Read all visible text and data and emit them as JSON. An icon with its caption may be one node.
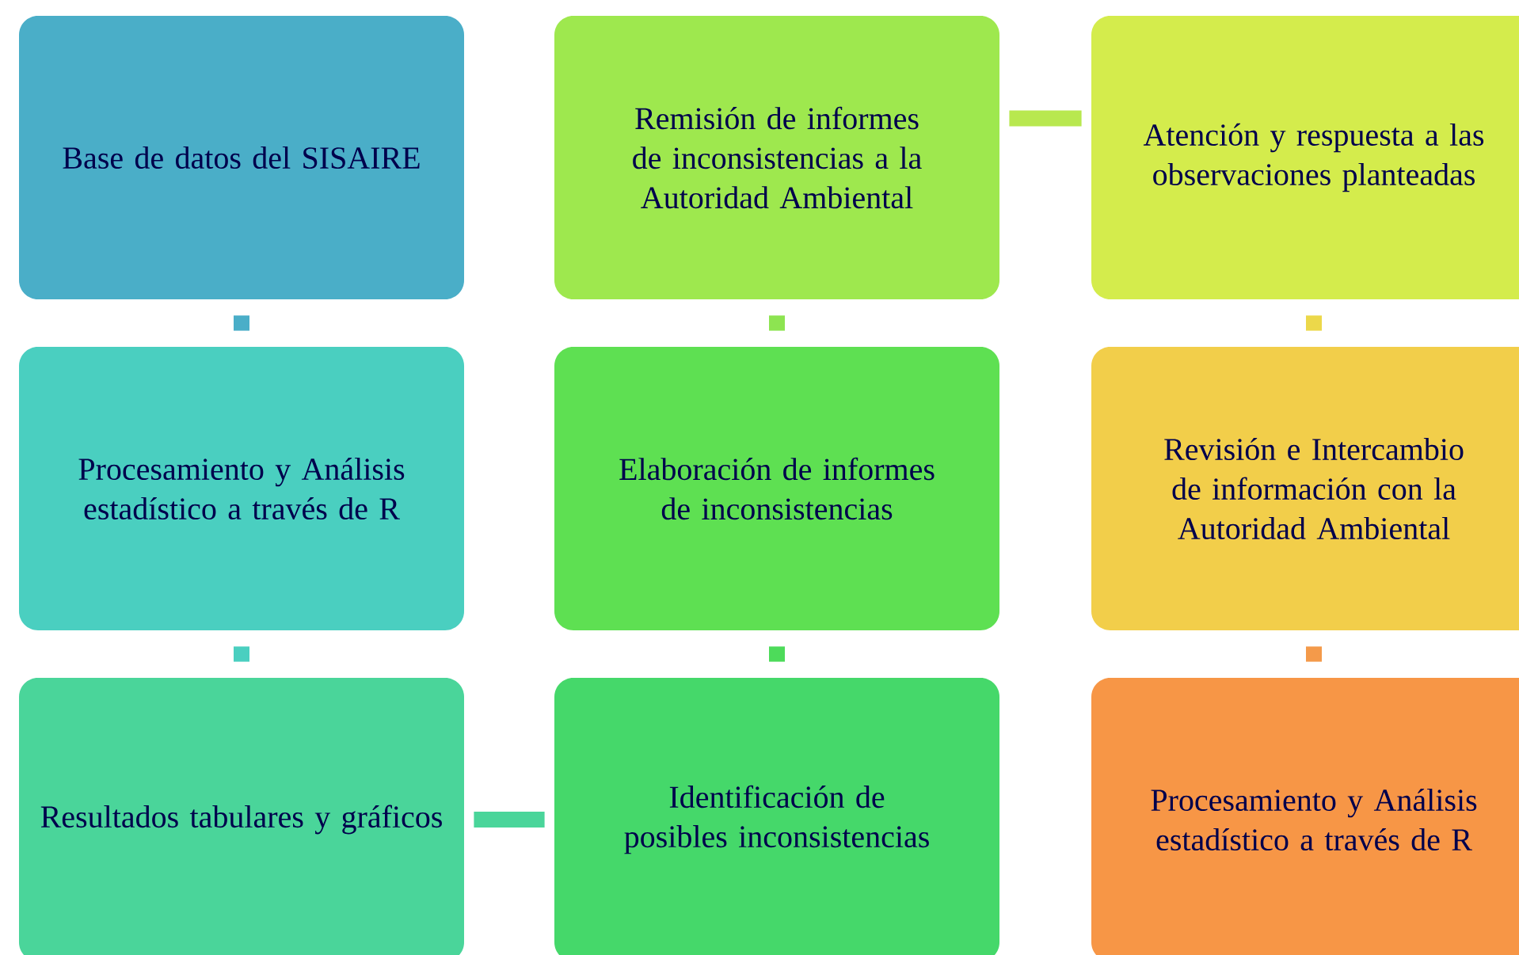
{
  "diagram": {
    "nodes": [
      {
        "text": [
          "Base de datos del SISAIRE"
        ]
      },
      {
        "text": [
          "Procesamiento y Análisis estadístico a través de R"
        ]
      },
      {
        "text": [
          "Resultados tabulares y gráficos"
        ]
      },
      {
        "text": [
          "Identificación de posibles inconsistencias"
        ]
      },
      {
        "text": [
          "Elaboración de informes de inconsistencias"
        ]
      },
      {
        "text": [
          "Remisión de informes de inconsistencias a la Autoridad Ambiental"
        ]
      },
      {
        "text": [
          "Atención y respuesta a las observaciones planteadas"
        ]
      },
      {
        "text": [
          "Revisión e Intercambio de información con la Autoridad Ambiental"
        ]
      },
      {
        "text": [
          "Procesamiento y Análisis estadístico a través de R"
        ]
      }
    ],
    "edges": [
      {
        "from": 0,
        "to": 1,
        "arrow": "none",
        "color": "#4aaec8"
      },
      {
        "from": 1,
        "to": 2,
        "arrow": "none",
        "color": "#4acfc0"
      },
      {
        "from": 2,
        "to": 3,
        "arrow": "none",
        "color": "#4ad59a"
      },
      {
        "from": 3,
        "to": 4,
        "arrow": "none",
        "color": "#4ddb5a"
      },
      {
        "from": 4,
        "to": 5,
        "arrow": "none",
        "color": "#8de451"
      },
      {
        "from": 5,
        "to": 6,
        "arrow": "none",
        "color": "#b8e84f"
      },
      {
        "from": 6,
        "to": 7,
        "arrow": "none",
        "color": "#ecd84a"
      },
      {
        "from": 7,
        "to": 8,
        "arrow": "none",
        "color": "#f49a4a"
      }
    ]
  }
}
